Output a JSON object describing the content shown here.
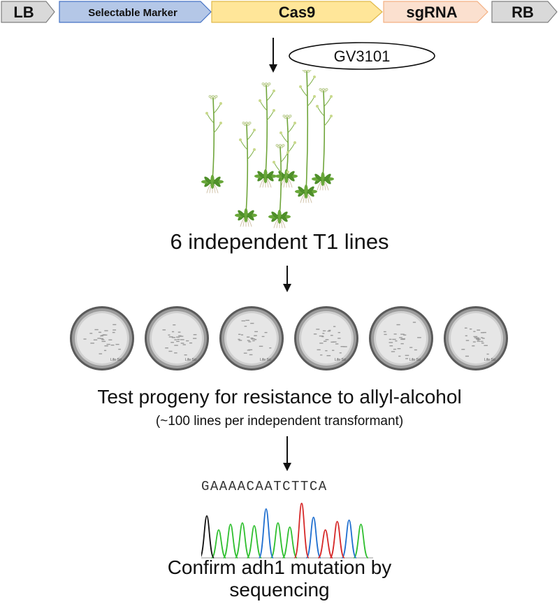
{
  "construct": {
    "left_border": "LB",
    "marker": "Selectable Marker",
    "cas9": "Cas9",
    "sgrna": "sgRNA",
    "right_border": "RB"
  },
  "agrobacterium_strain": "GV3101",
  "plants_caption": "6 independent T1 lines",
  "plates": [
    {
      "label": "Life Sci"
    },
    {
      "label": "Life Sci"
    },
    {
      "label": "Life Sci"
    },
    {
      "label": "Life Sci"
    },
    {
      "label": "Life Sci"
    },
    {
      "label": "Life Sci"
    }
  ],
  "screen_caption": "Test progeny for resistance to allyl-alcohol",
  "screen_subcaption": "(~100 lines per independent transformant)",
  "sequence_read": "GAAAACAATCTTCA",
  "final_caption_line1": "Confirm adh1 mutation by",
  "final_caption_line2": "sequencing",
  "colors": {
    "border_fill": "#d9d9d9",
    "marker_fill": "#b4c7e7",
    "cas9_fill": "#ffe699",
    "sgrna_fill": "#fbe0cf",
    "trace_A": "#2fbf2f",
    "trace_C": "#1f6fd0",
    "trace_G": "#111111",
    "trace_T": "#d62828"
  }
}
